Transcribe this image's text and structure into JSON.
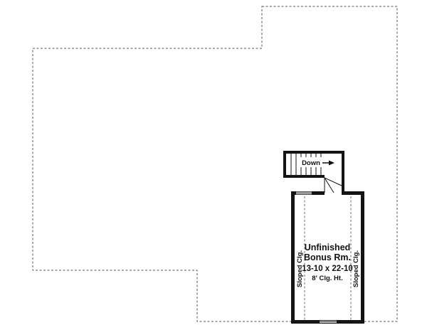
{
  "plan": {
    "stairs": {
      "down_label": "Down"
    },
    "bonus_room": {
      "name_line1": "Unfinished",
      "name_line2": "Bonus Rm.",
      "dimensions": "13-10 x 22-10",
      "ceiling_height": "8' Clg. Ht.",
      "sloped_ceiling_left": "Sloped Clg.",
      "sloped_ceiling_right": "Sloped Clg."
    },
    "colors": {
      "wall": "#141414",
      "dashed_outline": "#555555",
      "interior_dash": "#6e6e6e",
      "door": "#9a9a9a",
      "background": "#ffffff"
    }
  }
}
